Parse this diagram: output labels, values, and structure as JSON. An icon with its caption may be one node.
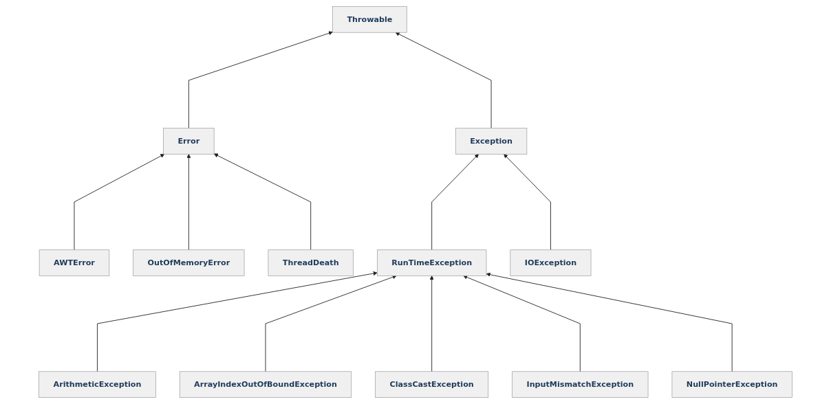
{
  "diagram": {
    "nodes": [
      {
        "text": [
          "Throwable"
        ]
      },
      {
        "text": [
          "Error"
        ]
      },
      {
        "text": [
          "Exception"
        ]
      },
      {
        "text": [
          "AWTError"
        ]
      },
      {
        "text": [
          "OutOfMemoryError"
        ]
      },
      {
        "text": [
          "ThreadDeath"
        ]
      },
      {
        "text": [
          "RunTimeException"
        ]
      },
      {
        "text": [
          "IOException"
        ]
      },
      {
        "text": [
          "ArithmeticException"
        ]
      },
      {
        "text": [
          "ArrayIndexOutOfBoundException"
        ]
      },
      {
        "text": [
          "ClassCastException"
        ]
      },
      {
        "text": [
          "InputMismatchException"
        ]
      },
      {
        "text": [
          "NullPointerException"
        ]
      }
    ],
    "edges": [
      {
        "from": 1,
        "to": 0,
        "arrow": "to"
      },
      {
        "from": 2,
        "to": 0,
        "arrow": "to"
      },
      {
        "from": 3,
        "to": 1,
        "arrow": "to"
      },
      {
        "from": 4,
        "to": 1,
        "arrow": "to"
      },
      {
        "from": 5,
        "to": 1,
        "arrow": "to"
      },
      {
        "from": 6,
        "to": 2,
        "arrow": "to"
      },
      {
        "from": 7,
        "to": 2,
        "arrow": "to"
      },
      {
        "from": 8,
        "to": 6,
        "arrow": "to"
      },
      {
        "from": 9,
        "to": 6,
        "arrow": "to"
      },
      {
        "from": 10,
        "to": 6,
        "arrow": "to"
      },
      {
        "from": 11,
        "to": 6,
        "arrow": "to"
      },
      {
        "from": 12,
        "to": 6,
        "arrow": "to"
      }
    ]
  }
}
